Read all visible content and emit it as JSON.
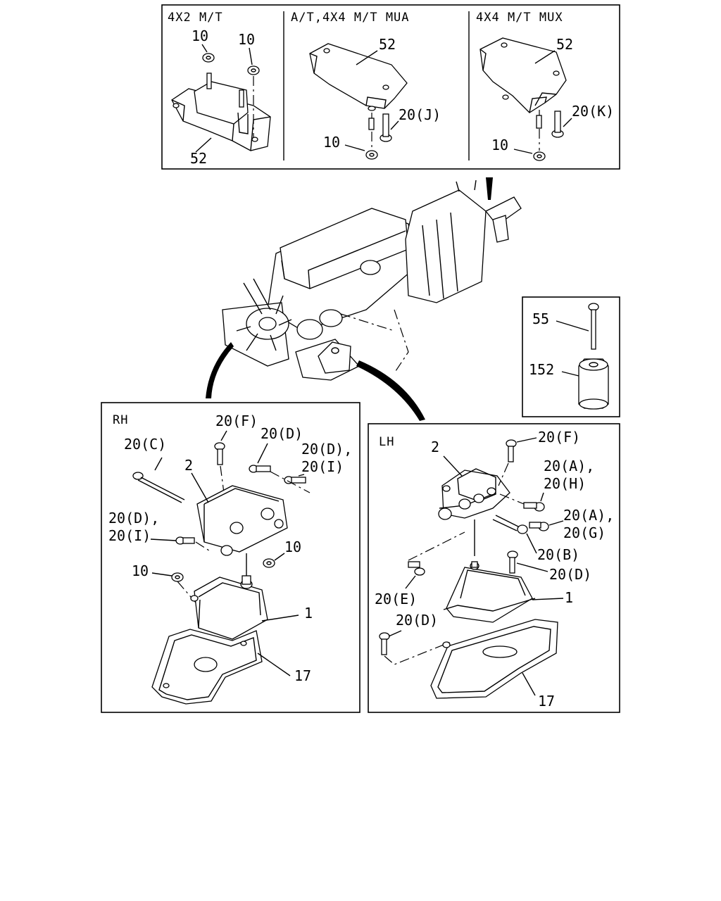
{
  "panels": {
    "top_left": {
      "header": "4X2 M/T",
      "labels": {
        "nut_a": "10",
        "nut_b": "10",
        "bracket": "52"
      }
    },
    "top_mid": {
      "header": "A/T,4X4 M/T MUA",
      "labels": {
        "bracket": "52",
        "bolt": "20(J)",
        "nut": "10"
      }
    },
    "top_right": {
      "header": "4X4 M/T MUX",
      "labels": {
        "bracket": "52",
        "bolt": "20(K)",
        "nut": "10"
      }
    },
    "kit": {
      "labels": {
        "bolt": "55",
        "mount": "152"
      }
    },
    "rh": {
      "header": "RH",
      "labels": {
        "bolt_c": "20(C)",
        "bolt_f": "20(F)",
        "bolt_d": "20(D)",
        "bolt_di_a": "20(D),",
        "bolt_di_b": "20(I)",
        "bracket": "2",
        "bolt_di2_a": "20(D),",
        "bolt_di2_b": "20(I)",
        "nut_a": "10",
        "nut_b": "10",
        "mount": "1",
        "plate": "17"
      }
    },
    "lh": {
      "header": "LH",
      "labels": {
        "bracket": "2",
        "bolt_f": "20(F)",
        "bolt_ah_a": "20(A),",
        "bolt_ah_b": "20(H)",
        "bolt_ag_a": "20(A),",
        "bolt_ag_b": "20(G)",
        "bolt_b": "20(B)",
        "bolt_d": "20(D)",
        "bolt_e": "20(E)",
        "mount": "1",
        "bolt_d2": "20(D)",
        "plate": "17"
      }
    }
  }
}
